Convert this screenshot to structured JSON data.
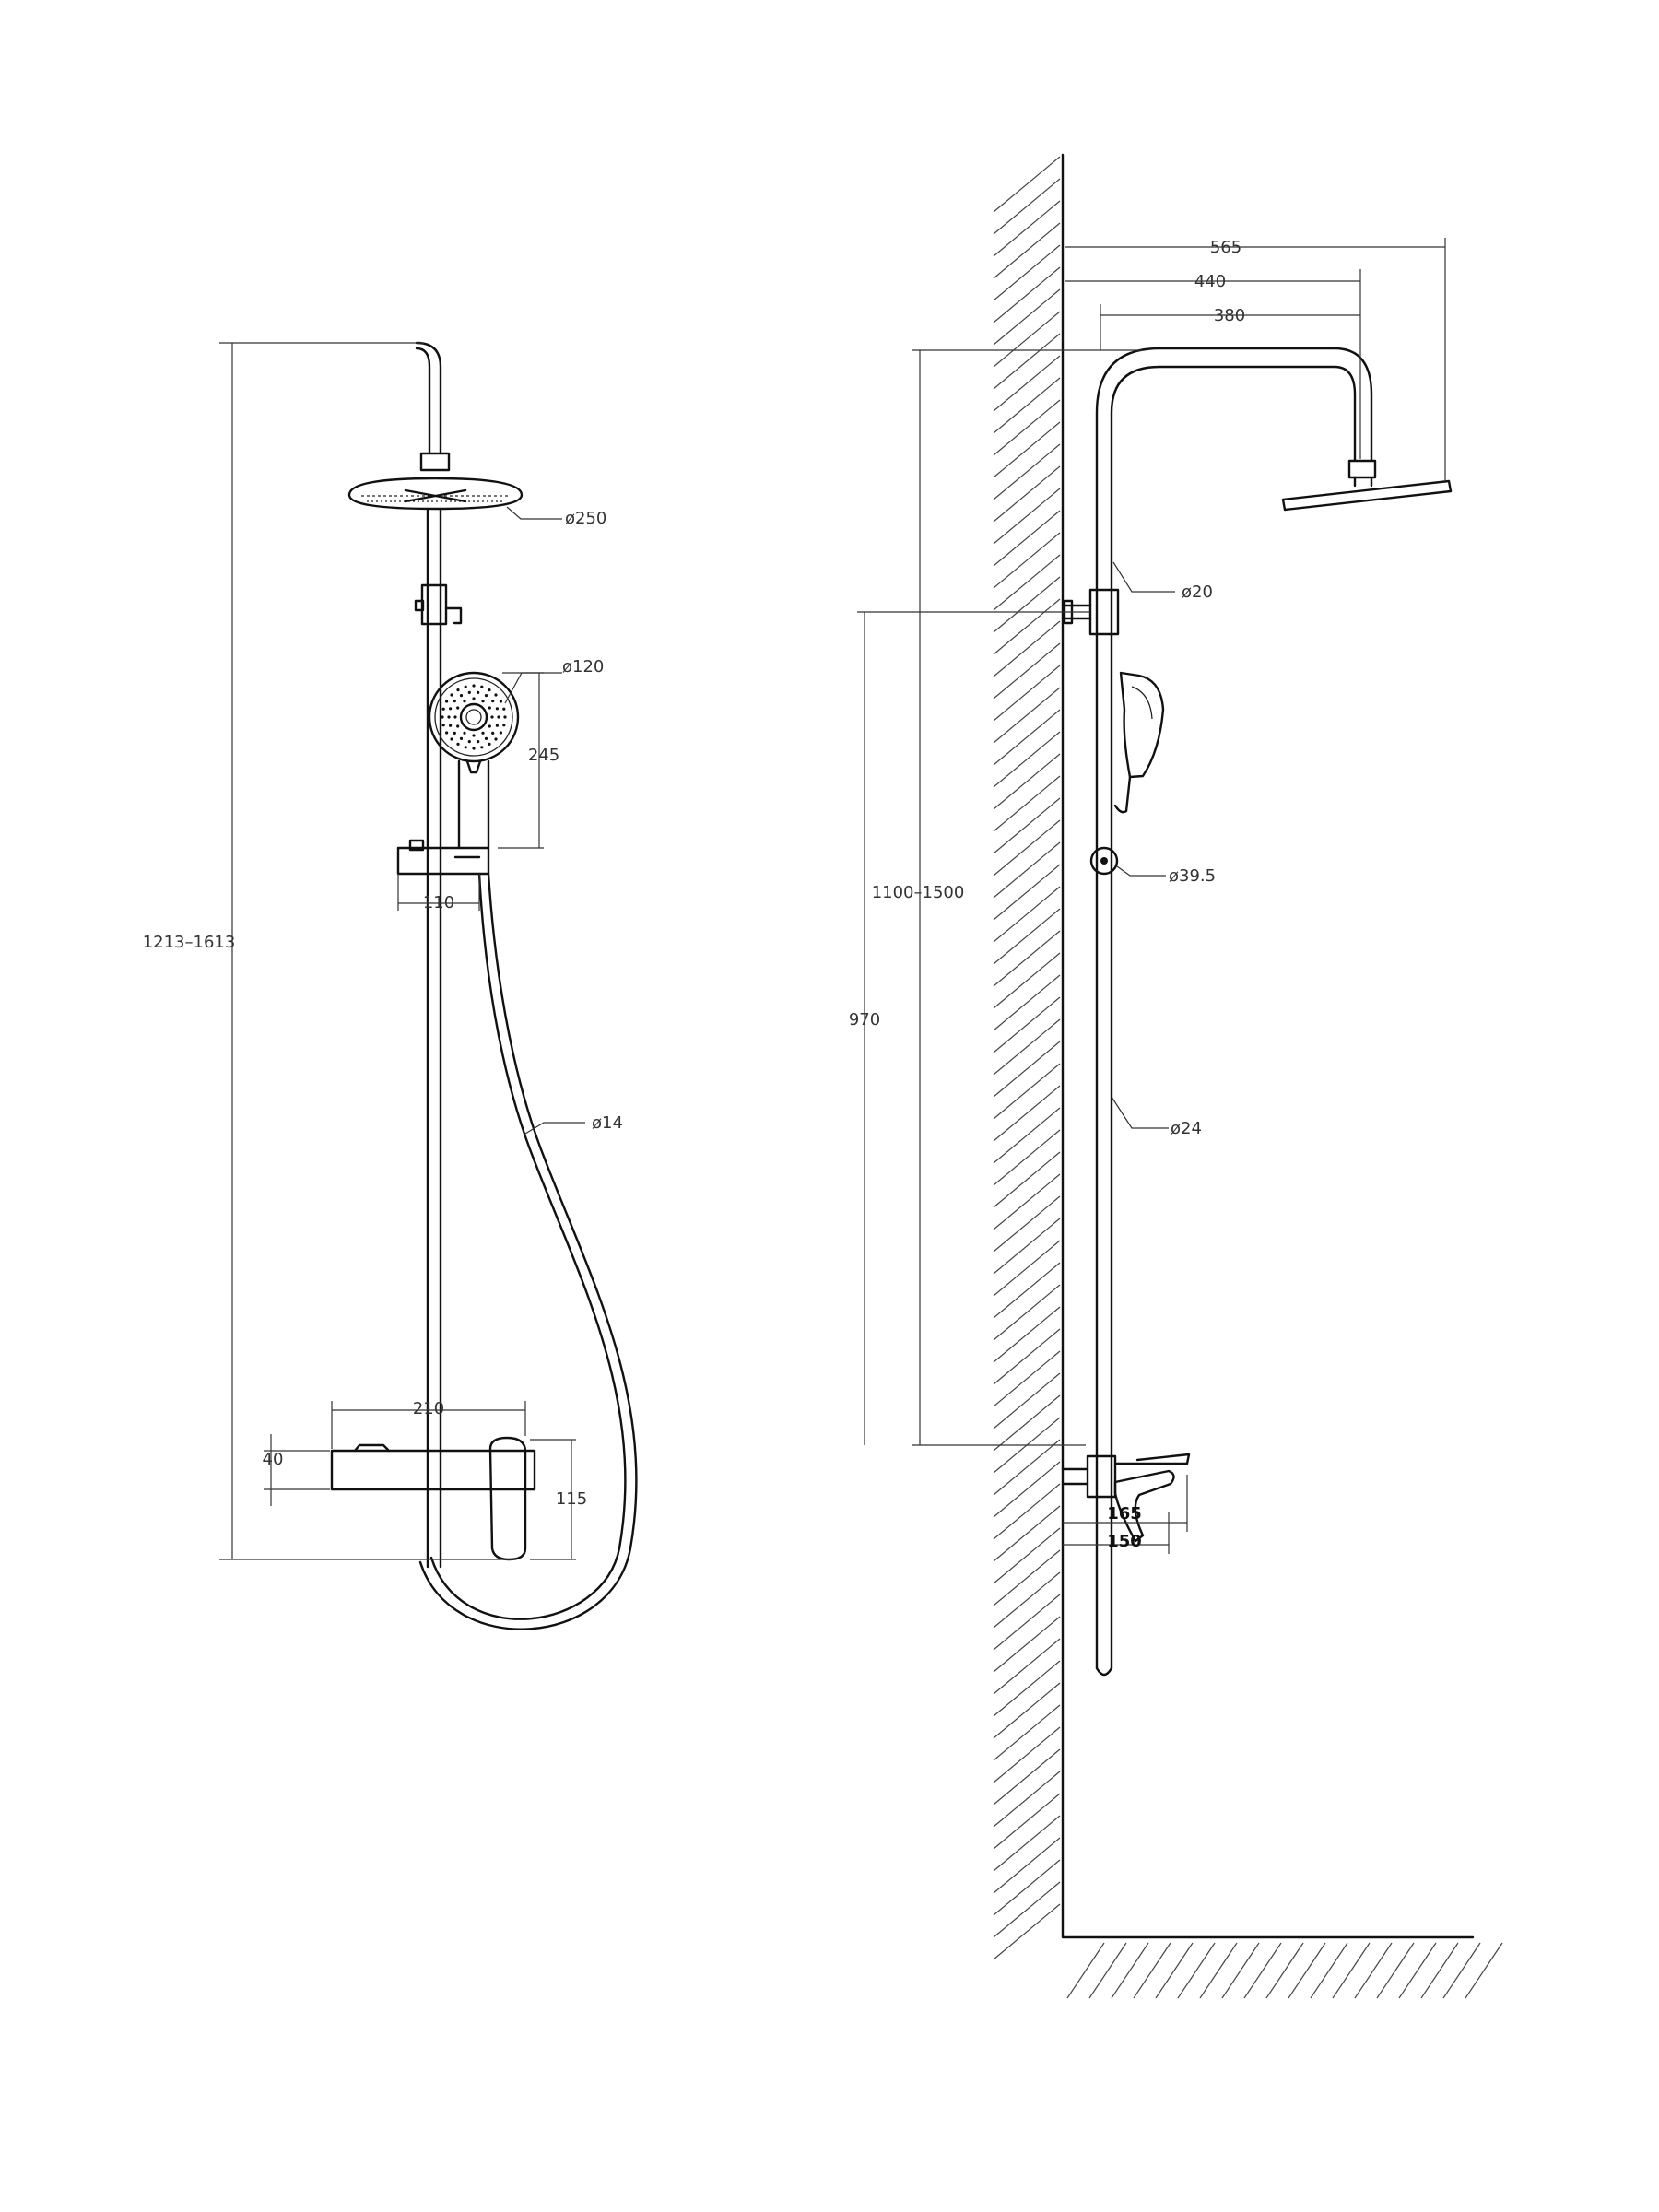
{
  "front_view": {
    "overall_height": "1213–1613",
    "rain_head_diameter": "ø250",
    "hand_shower_diameter": "ø120",
    "hand_shower_offset": "245",
    "holder_width": "110",
    "hose_diameter": "ø14",
    "mixer_width": "210",
    "spout_height": "40",
    "mixer_height": "115"
  },
  "side_view": {
    "arm_total_projection": "565",
    "arm_projection": "440",
    "head_center_offset": "380",
    "arm_diameter": "ø20",
    "rail_height_range": "1100–1500",
    "bracket_height": "970",
    "slider_diameter": "ø39.5",
    "rail_diameter": "ø24",
    "spout_length": "165",
    "mixer_depth": "150"
  }
}
